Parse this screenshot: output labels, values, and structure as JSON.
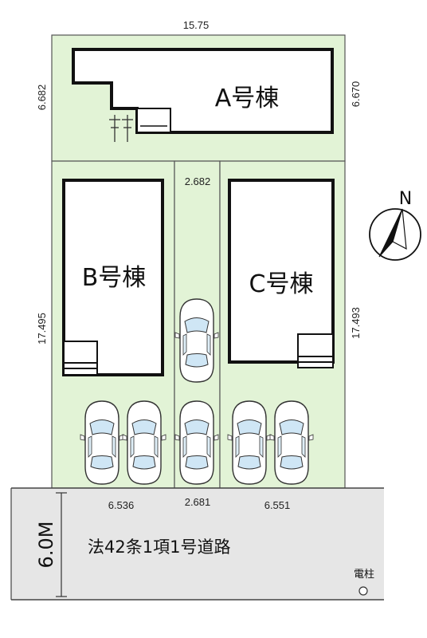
{
  "colors": {
    "lot_fill": "#e2f3d6",
    "lot_stroke": "#555555",
    "road_fill": "#e6e6e6",
    "building_fill": "#ffffff",
    "building_stroke": "#111111"
  },
  "buildings": {
    "a": "A号棟",
    "b": "B号棟",
    "c": "C号棟"
  },
  "dimensions": {
    "top_width": "15.75",
    "a_left": "6.682",
    "a_right": "6.670",
    "passage_width": "2.682",
    "b_depth": "17.495",
    "c_depth": "17.493",
    "b_frontage": "6.536",
    "passage_frontage": "2.681",
    "c_frontage": "6.551"
  },
  "road": {
    "label": "法42条1項1号道路",
    "width": "6.0M"
  },
  "utility_pole": {
    "label": "電柱"
  },
  "compass": {
    "label": "N"
  },
  "icons": [
    "bicycle-icon",
    "car-icon",
    "compass-icon",
    "utility-pole-icon",
    "entrance-steps-icon"
  ]
}
